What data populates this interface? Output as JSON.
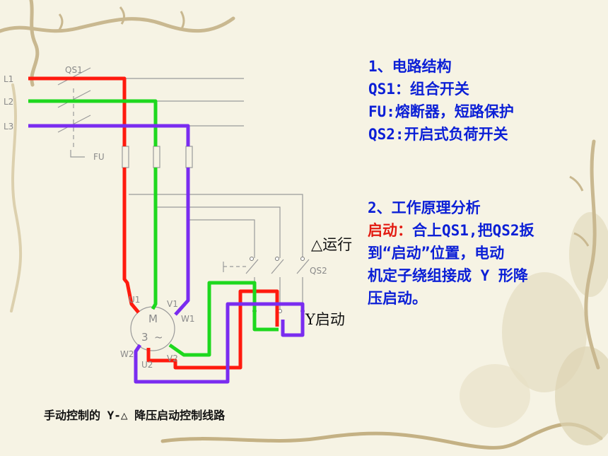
{
  "diagram": {
    "line_labels": [
      "L1",
      "L2",
      "L3"
    ],
    "switch_main": "QS1",
    "fuse_label": "FU",
    "switch_changeover": "QS2",
    "delta_label": "△运行",
    "star_label": "Y启动",
    "terminals": {
      "u1": "U1",
      "v1": "V1",
      "w1": "W1",
      "u2": "U2",
      "v2": "V2",
      "w2": "W2"
    },
    "motor": {
      "letter": "M",
      "phase": "3",
      "symbol": "~"
    }
  },
  "structure": {
    "heading": "1、电路结构",
    "lines": [
      "QS1：组合开关",
      "FU:熔断器，短路保护",
      "QS2:开启式负荷开关"
    ]
  },
  "principle": {
    "heading": "2、工作原理分析",
    "start_keyword": "启动：",
    "lines": [
      "合上QS1,把QS2扳",
      "到“启动”位置，电动",
      "机定子绕组接成 Y 形降",
      "压启动。"
    ]
  },
  "caption": "手动控制的 Y-△ 降压启动控制线路",
  "colors": {
    "phase_1": "#ff1a0e",
    "phase_2": "#1ed81e",
    "phase_3": "#7a2cf0",
    "text_blue": "#0b1fd6",
    "text_red": "#e31b12"
  }
}
